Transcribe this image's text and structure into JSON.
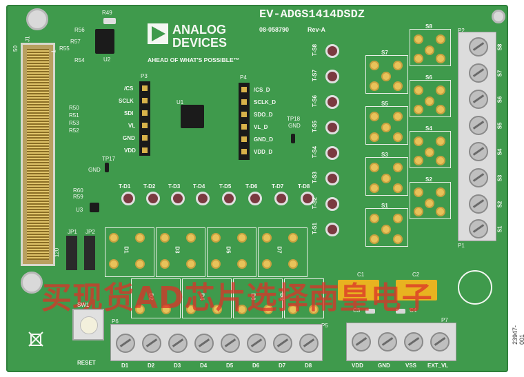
{
  "board": {
    "part_number": "EV-ADGS1414DSDZ",
    "revision_code": "08-058790",
    "revision": "Rev-A",
    "logo_line1": "ANALOG",
    "logo_line2": "DEVICES",
    "tagline": "AHEAD OF WHAT'S POSSIBLE™",
    "figure_id": "23947-001",
    "watermark": "买现货AD芯片选择南皇电子",
    "reset_label": "RESET",
    "sw_label": "SW1"
  },
  "refs": {
    "j1": "J1",
    "u1": "U1",
    "u2": "U2",
    "u3": "U3",
    "r49": "R49",
    "p1": "P1",
    "p2": "P2",
    "p3": "P3",
    "p4": "P4",
    "p5": "P5",
    "p6": "P6",
    "p7": "P7",
    "jp1": "JP1",
    "jp2": "JP2",
    "c1": "C1",
    "c2": "C2",
    "c3": "C3",
    "c4": "C4",
    "tp17": "TP17",
    "tp18": "TP18",
    "gnd": "GND",
    "pin50": "50",
    "pin1": "1",
    "pin120": "120",
    "r_left": [
      "R56",
      "R57",
      "R55",
      "R54"
    ],
    "r_mid": [
      "R50",
      "R51",
      "R53",
      "R52"
    ],
    "r_u3": [
      "R60",
      "R59"
    ]
  },
  "p3_labels": [
    "/CS",
    "SCLK",
    "SDI",
    "VL",
    "GND",
    "VDD"
  ],
  "p4_labels": [
    "/CS_D",
    "SCLK_D",
    "SDO_D",
    "VL_D",
    "GND_D",
    "VDD_D"
  ],
  "right_tps": [
    "T-S8",
    "T-S7",
    "T-S6",
    "T-S5",
    "T-S4",
    "T-S3",
    "T-S2",
    "T-S1"
  ],
  "switch_blocks": [
    "S8",
    "S7",
    "S6",
    "S5",
    "S4",
    "S3",
    "S2",
    "S1"
  ],
  "screw_s_labels": [
    "S8",
    "S7",
    "S6",
    "S5",
    "S4",
    "S3",
    "S2",
    "S1"
  ],
  "d_tps": [
    "T-D1",
    "T-D2",
    "T-D3",
    "T-D4",
    "T-D5",
    "T-D6",
    "T-D7",
    "T-D8"
  ],
  "d_blocks": [
    "D1",
    "D3",
    "D5",
    "D7",
    "D2",
    "D4",
    "D6",
    "D8"
  ],
  "bottom_d_labels": [
    "D1",
    "D2",
    "D3",
    "D4",
    "D5",
    "D6",
    "D7",
    "D8"
  ],
  "bottom_power_labels": [
    "VDD",
    "GND",
    "VSS",
    "EXT_VL"
  ]
}
